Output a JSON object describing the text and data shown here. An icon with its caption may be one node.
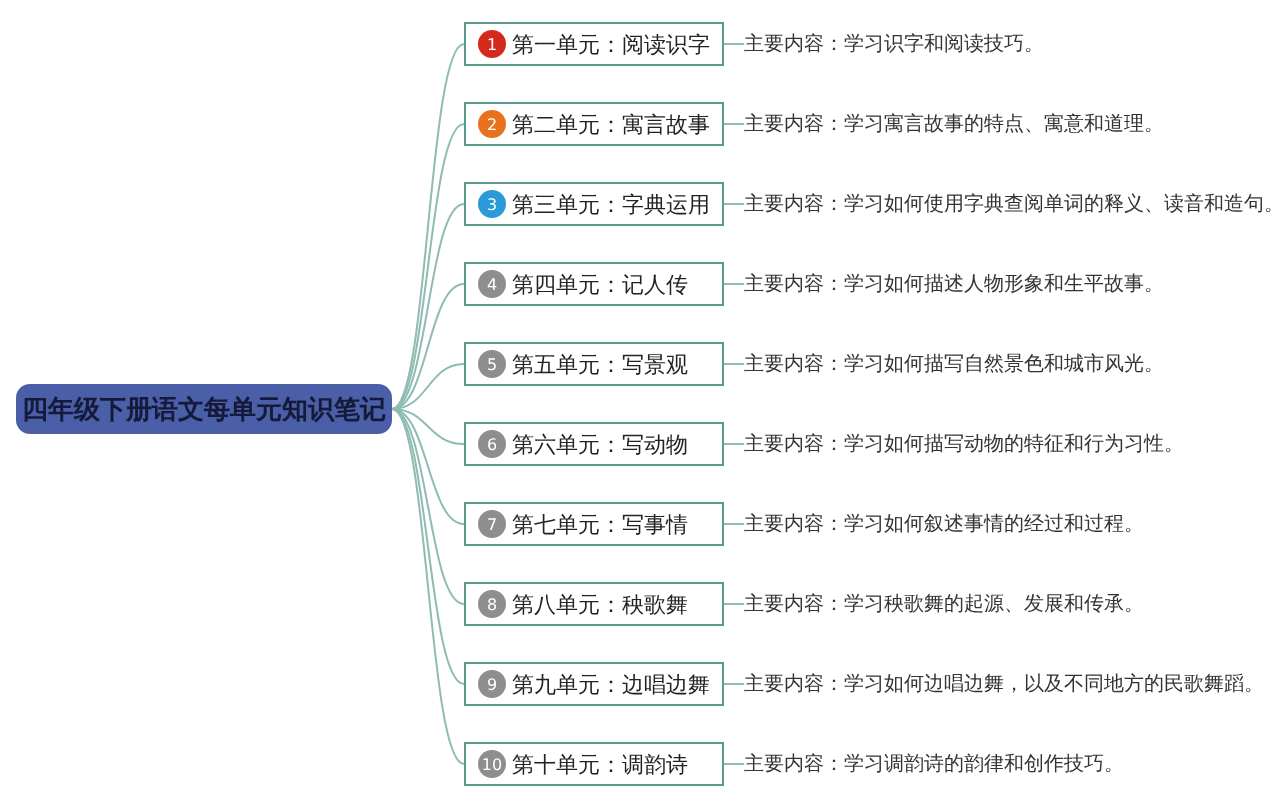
{
  "diagram": {
    "nodes": [
      {
        "text": [
          "四年级下册语文每单元知识笔记"
        ]
      },
      {
        "text": [
          "1",
          "第一单元：阅读识字"
        ]
      },
      {
        "text": [
          "主要内容：学习识字和阅读技巧。"
        ]
      },
      {
        "text": [
          "2",
          "第二单元：寓言故事"
        ]
      },
      {
        "text": [
          "主要内容：学习寓言故事的特点、寓意和道理。"
        ]
      },
      {
        "text": [
          "3",
          "第三单元：字典运用"
        ]
      },
      {
        "text": [
          "主要内容：学习如何使用字典查阅单词的释义、读音和造句。"
        ]
      },
      {
        "text": [
          "4",
          "第四单元：记人传"
        ]
      },
      {
        "text": [
          "主要内容：学习如何描述人物形象和生平故事。"
        ]
      },
      {
        "text": [
          "5",
          "第五单元：写景观"
        ]
      },
      {
        "text": [
          "主要内容：学习如何描写自然景色和城市风光。"
        ]
      },
      {
        "text": [
          "6",
          "第六单元：写动物"
        ]
      },
      {
        "text": [
          "主要内容：学习如何描写动物的特征和行为习性。"
        ]
      },
      {
        "text": [
          "7",
          "第七单元：写事情"
        ]
      },
      {
        "text": [
          "主要内容：学习如何叙述事情的经过和过程。"
        ]
      },
      {
        "text": [
          "8",
          "第八单元：秧歌舞"
        ]
      },
      {
        "text": [
          "主要内容：学习秧歌舞的起源、发展和传承。"
        ]
      },
      {
        "text": [
          "9",
          "第九单元：边唱边舞"
        ]
      },
      {
        "text": [
          "主要内容：学习如何边唱边舞，以及不同地方的民歌舞蹈。"
        ]
      },
      {
        "text": [
          "10",
          "第十单元：调韵诗"
        ]
      },
      {
        "text": [
          "主要内容：学习调韵诗的韵律和创作技巧。"
        ]
      }
    ],
    "edges": [
      {
        "from": 0,
        "to": 1,
        "arrow": "none"
      },
      {
        "from": 0,
        "to": 3,
        "arrow": "none"
      },
      {
        "from": 0,
        "to": 5,
        "arrow": "none"
      },
      {
        "from": 0,
        "to": 7,
        "arrow": "none"
      },
      {
        "from": 0,
        "to": 9,
        "arrow": "none"
      },
      {
        "from": 0,
        "to": 11,
        "arrow": "none"
      },
      {
        "from": 0,
        "to": 13,
        "arrow": "none"
      },
      {
        "from": 0,
        "to": 15,
        "arrow": "none"
      },
      {
        "from": 0,
        "to": 17,
        "arrow": "none"
      },
      {
        "from": 0,
        "to": 19,
        "arrow": "none"
      },
      {
        "from": 1,
        "to": 2,
        "arrow": "none"
      },
      {
        "from": 3,
        "to": 4,
        "arrow": "none"
      },
      {
        "from": 5,
        "to": 6,
        "arrow": "none"
      },
      {
        "from": 7,
        "to": 8,
        "arrow": "none"
      },
      {
        "from": 9,
        "to": 10,
        "arrow": "none"
      },
      {
        "from": 11,
        "to": 12,
        "arrow": "none"
      },
      {
        "from": 13,
        "to": 14,
        "arrow": "none"
      },
      {
        "from": 15,
        "to": 16,
        "arrow": "none"
      },
      {
        "from": 17,
        "to": 18,
        "arrow": "none"
      },
      {
        "from": 19,
        "to": 20,
        "arrow": "none"
      }
    ]
  }
}
